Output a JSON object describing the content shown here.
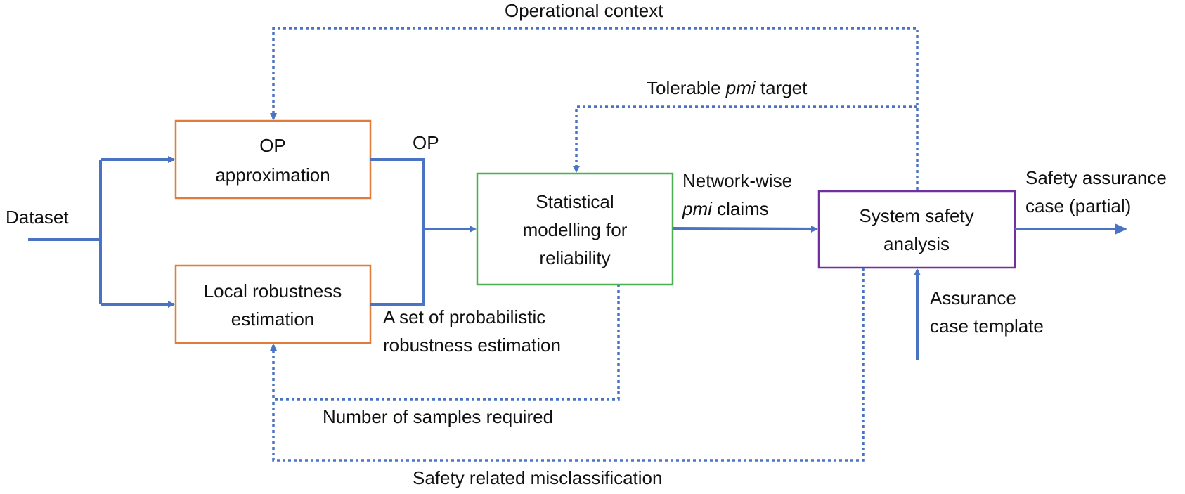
{
  "colors": {
    "arrow": "#4a74c3",
    "op_box": "#e07b39",
    "local_box": "#e07b39",
    "stat_box": "#4caf50",
    "safety_box": "#7030a0"
  },
  "nodes": {
    "op": {
      "line1": "OP",
      "line2": "approximation"
    },
    "local": {
      "line1": "Local robustness",
      "line2": "estimation"
    },
    "stat": {
      "line1": "Statistical",
      "line2": "modelling for",
      "line3": "reliability"
    },
    "safety": {
      "line1": "System safety",
      "line2": "analysis"
    }
  },
  "labels": {
    "dataset": "Dataset",
    "operational_context": "Operational context",
    "tolerable_pre": "Tolerable ",
    "tolerable_it": "pmi",
    "tolerable_post": " target",
    "op_out": "OP",
    "network_line1": "Network-wise",
    "network_it": "pmi",
    "network_post": " claims",
    "set_line1": "A set of probabilistic",
    "set_line2": "robustness estimation",
    "samples": "Number of samples required",
    "misclass": "Safety related misclassification",
    "assurance_line1": "Assurance",
    "assurance_line2": "case template",
    "output_line1": "Safety assurance",
    "output_line2": "case (partial)"
  }
}
